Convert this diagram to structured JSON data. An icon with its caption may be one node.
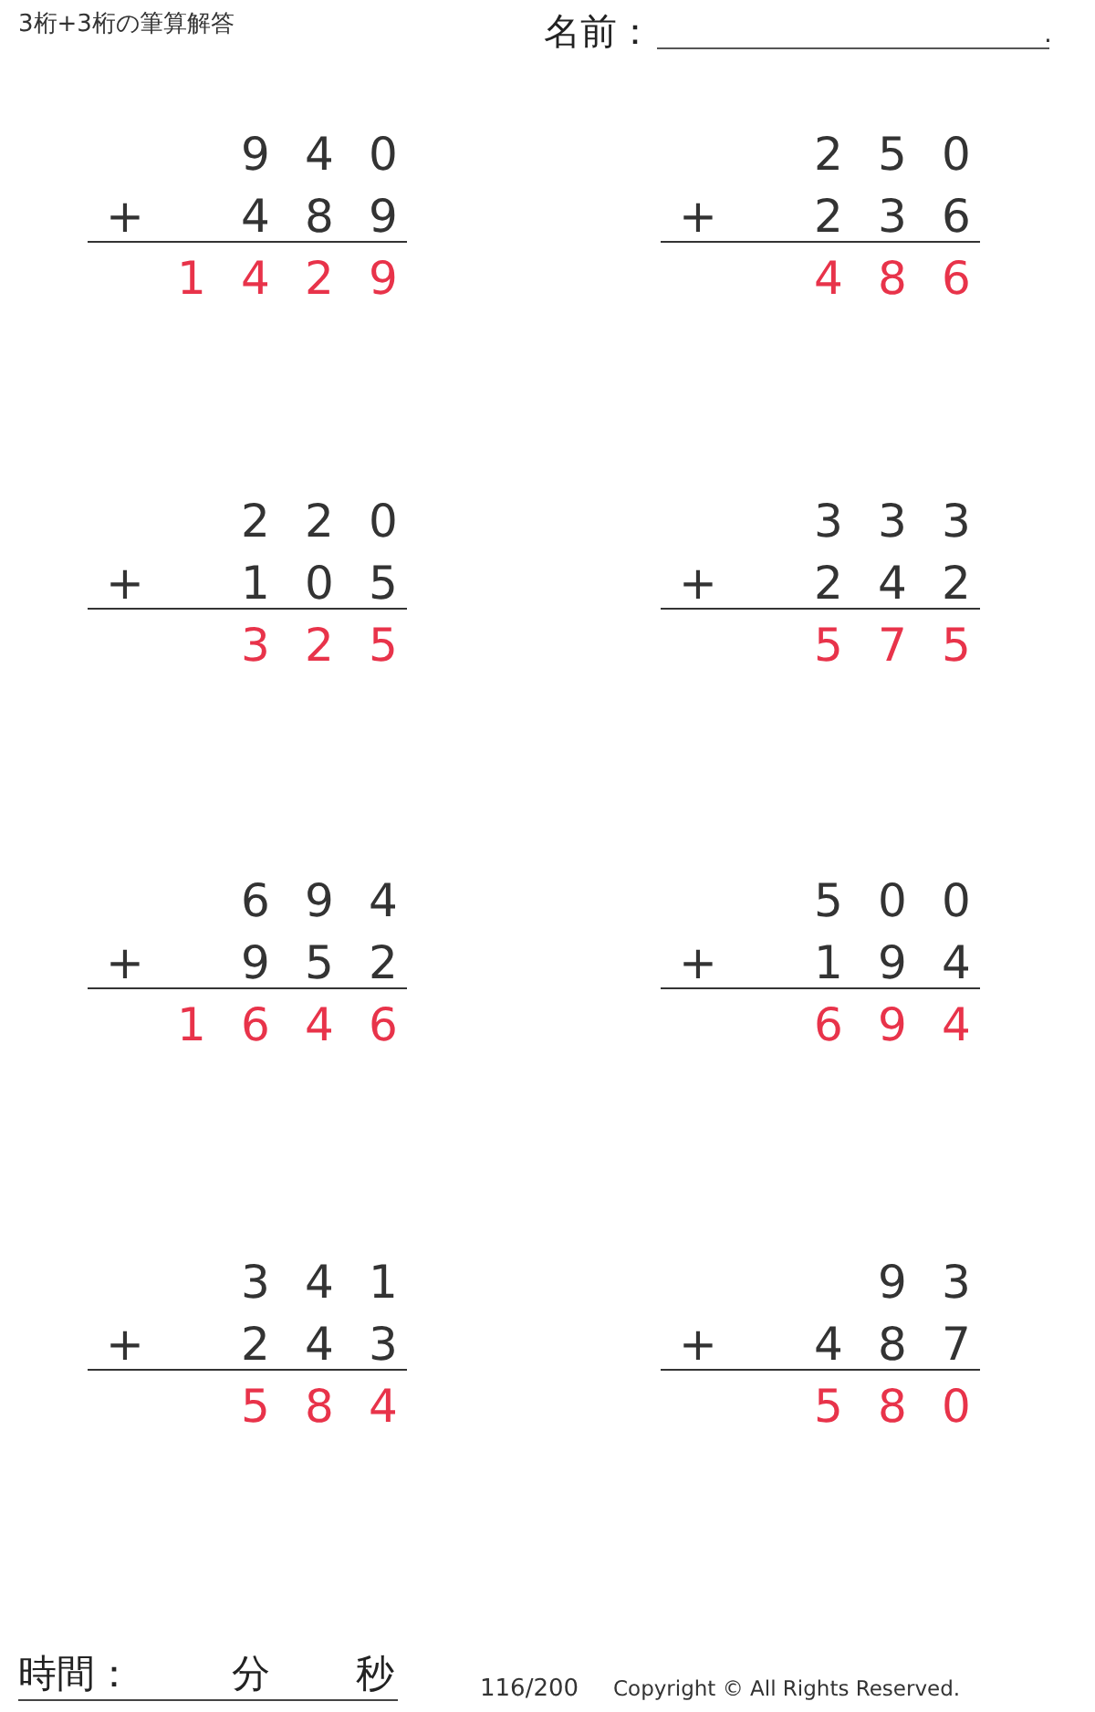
{
  "diagram": {
    "title": "3桁+3桁の筆算解答",
    "labels": [
      "名前：",
      ".",
      "940",
      "+",
      "489",
      "1429",
      "250",
      "+",
      "236",
      "486",
      "220",
      "+",
      "105",
      "325",
      "333",
      "+",
      "242",
      "575",
      "694",
      "+",
      "952",
      "1646",
      "500",
      "+",
      "194",
      "694",
      "341",
      "+",
      "243",
      "584",
      "93",
      "+",
      "487",
      "580",
      "時間：",
      "分",
      "秒",
      "116/200",
      "Copyright © All Rights Reserved."
    ]
  }
}
